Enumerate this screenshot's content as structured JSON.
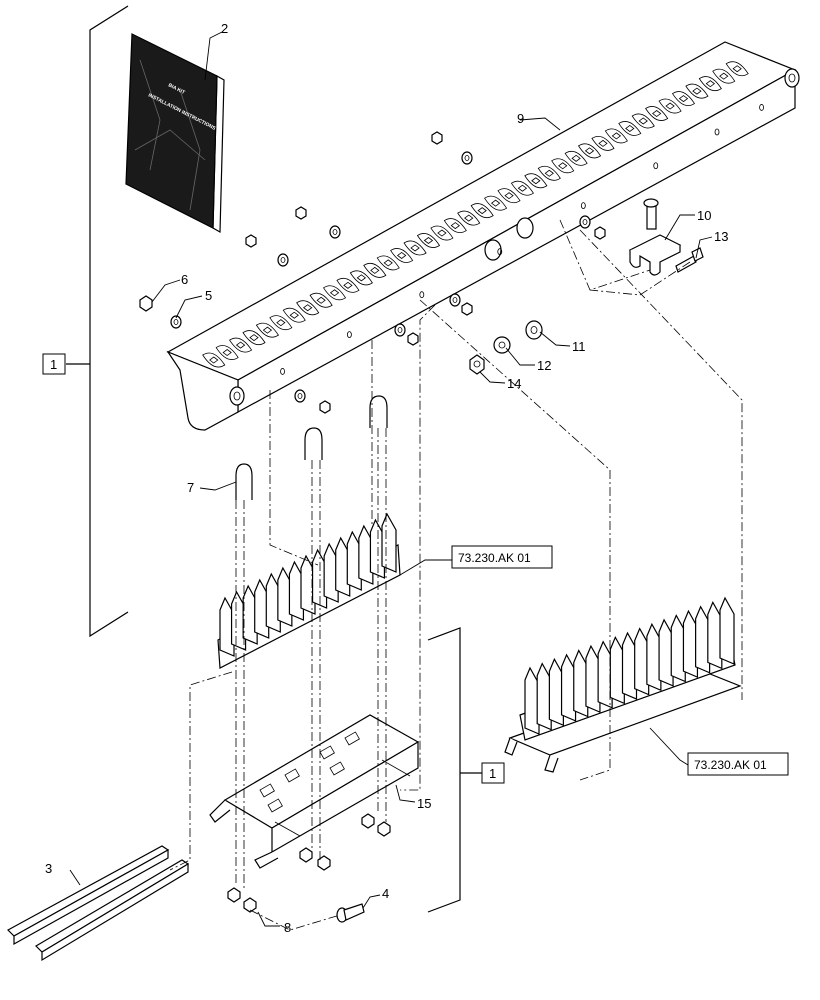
{
  "callouts": {
    "c1a": "1",
    "c1b": "1",
    "c2": "2",
    "c3": "3",
    "c4": "4",
    "c5": "5",
    "c6": "6",
    "c7": "7",
    "c8": "8",
    "c9": "9",
    "c10": "10",
    "c11": "11",
    "c12": "12",
    "c13": "13",
    "c14": "14",
    "c15": "15"
  },
  "references": {
    "ref_upper": "73.230.AK 01",
    "ref_lower": "73.230.AK 01"
  },
  "manual": {
    "line1": "BIA KIT",
    "line2": "INSTALLATION INSTRUCTIONS"
  }
}
